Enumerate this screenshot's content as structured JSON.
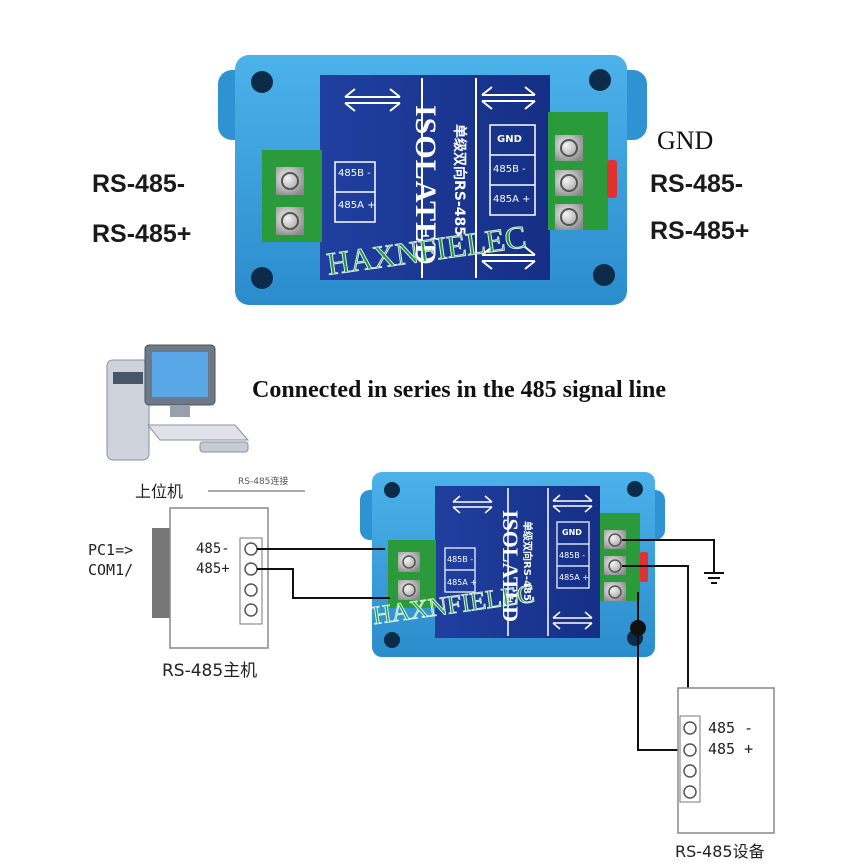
{
  "top_device": {
    "left_labels": [
      "RS-485-",
      "RS-485+"
    ],
    "right_labels": [
      "GND",
      "RS-485-",
      "RS-485+"
    ],
    "isolated": "ISOLATED",
    "cn_title": "单级双向RS-485",
    "terminal_left": [
      "485B -",
      "485A +"
    ],
    "terminal_right": [
      "GND",
      "485B -",
      "485A +"
    ],
    "watermark": "HAXNFIELEC"
  },
  "caption": "Connected in series in the 485 signal line",
  "pc": {
    "label": "上位机",
    "link_label": "RS-485连接"
  },
  "master": {
    "port_label_1": "PC1=>",
    "port_label_2": "COM1/",
    "terminals": [
      "485-",
      "485+"
    ],
    "name": "RS-485主机"
  },
  "bottom_device": {
    "isolated": "ISOLATED",
    "cn_title": "单级双向RS-485",
    "terminal_left": [
      "485B -",
      "485A +"
    ],
    "terminal_right": [
      "GND",
      "485B -",
      "485A +"
    ],
    "watermark": "HAXNFIELEC"
  },
  "slave": {
    "terminals": [
      "485 -",
      "485 +"
    ],
    "name": "RS-485设备"
  },
  "colors": {
    "case_blue": "#3aa0dc",
    "panel_blue": "#1a3a9e",
    "terminal_green": "#2a9a3a",
    "watermark_green": "#1f9a3a"
  }
}
